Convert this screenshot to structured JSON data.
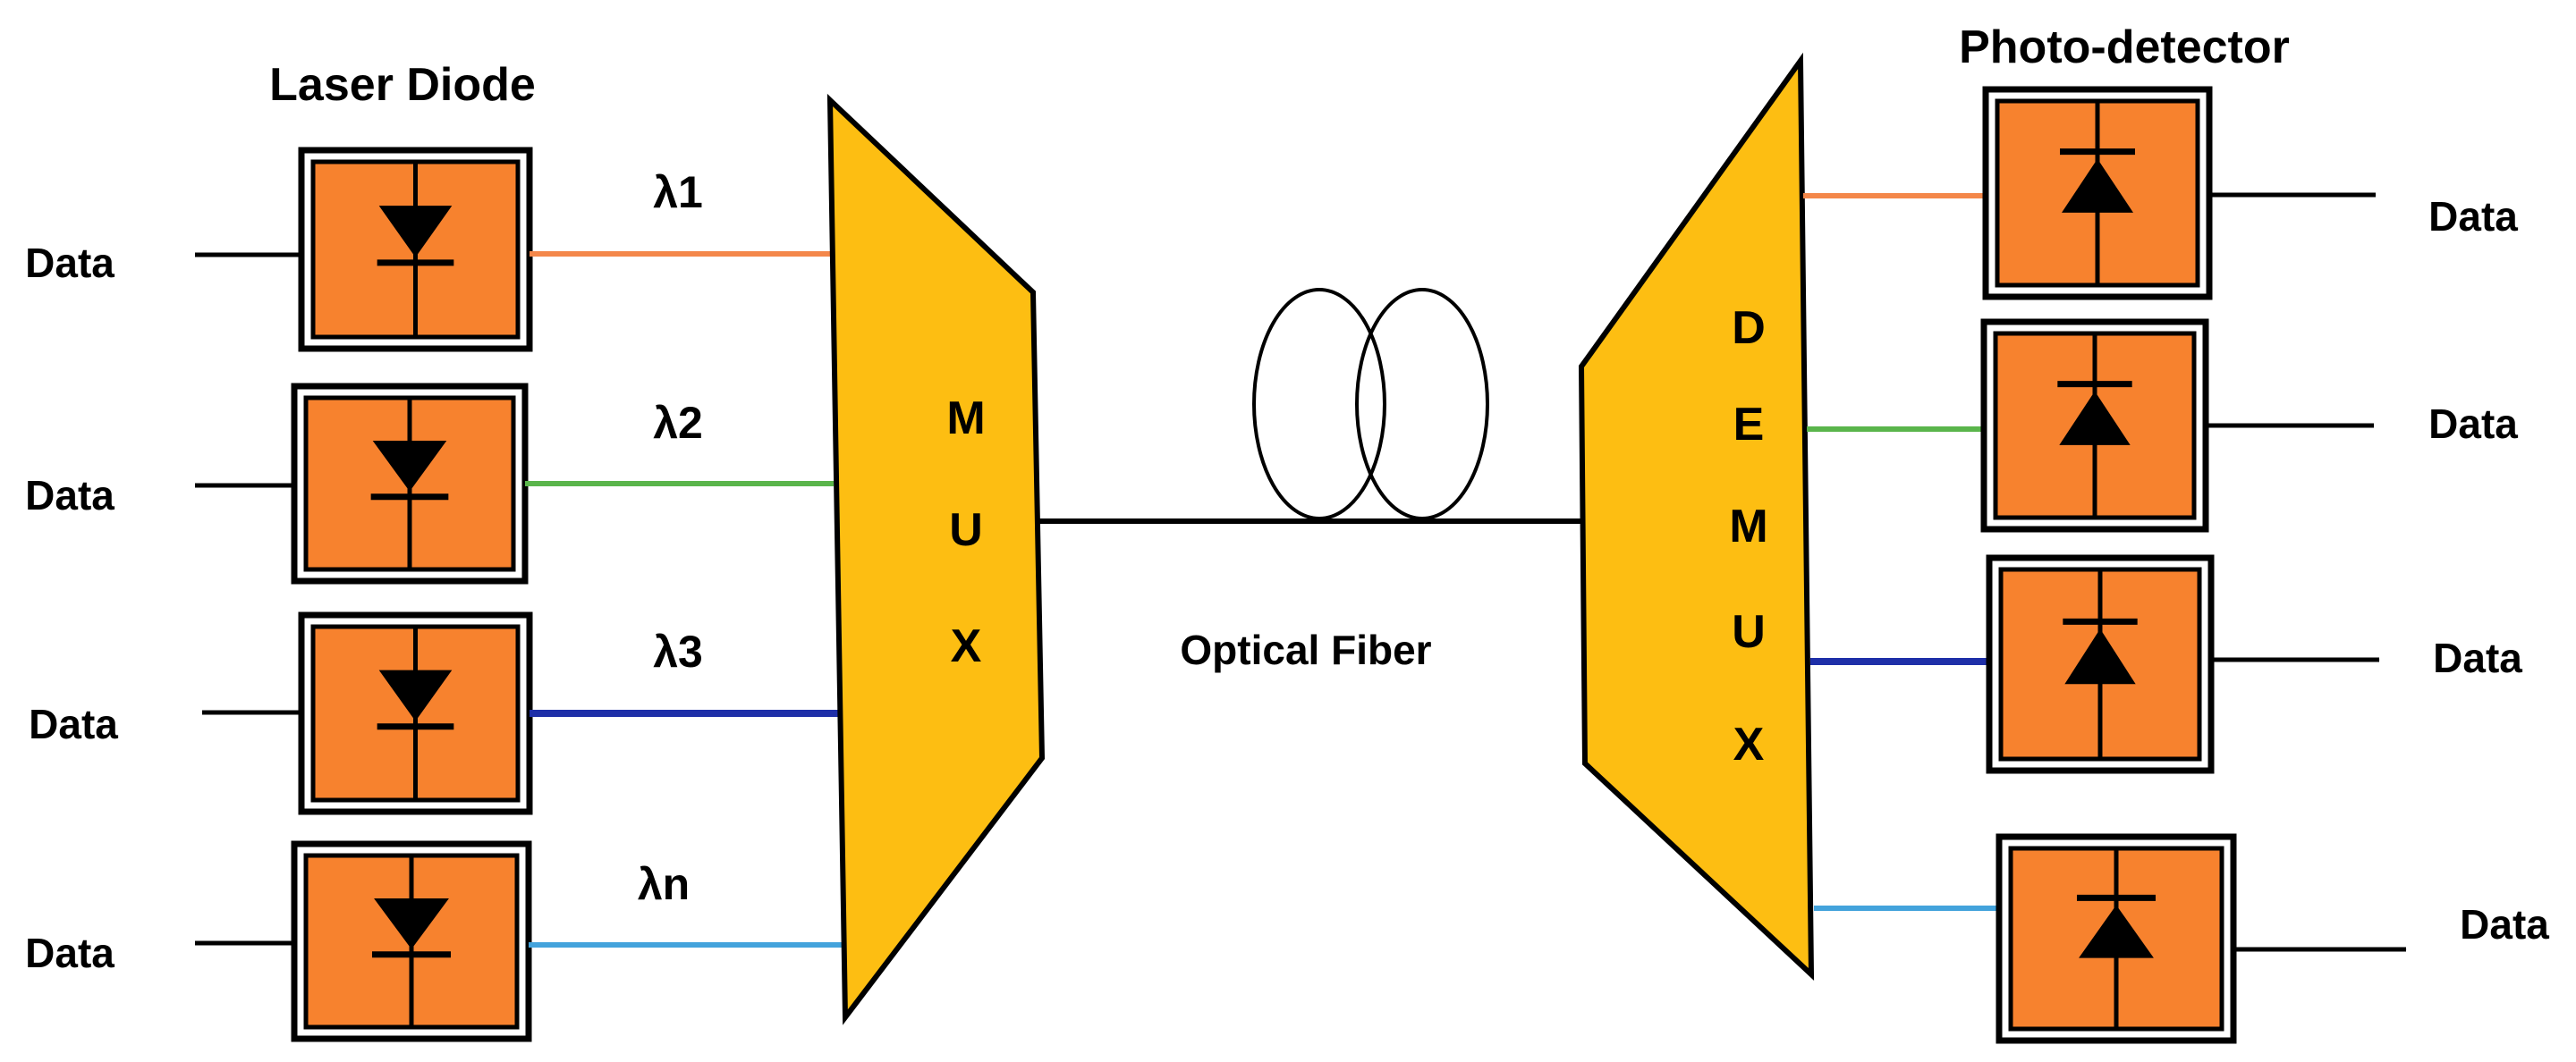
{
  "colors": {
    "device_fill": "#f7822e",
    "device_stroke": "#000000",
    "mux_fill": "#fdbe12",
    "wavelength_1": "#f4874a",
    "wavelength_2": "#5ab54b",
    "wavelength_3": "#1e2fa8",
    "wavelength_n": "#43a3dc",
    "fiber": "#000000"
  },
  "headings": {
    "laser": "Laser Diode",
    "photo": "Photo-detector"
  },
  "inputs": [
    "Data",
    "Data",
    "Data",
    "Data"
  ],
  "outputs": [
    "Data",
    "Data",
    "Data",
    "Data"
  ],
  "wavelengths": [
    "λ1",
    "λ2",
    "λ3",
    "λn"
  ],
  "mux_letters": [
    "M",
    "U",
    "X"
  ],
  "demux_letters": [
    "D",
    "E",
    "M",
    "U",
    "X"
  ],
  "fiber_label": "Optical Fiber",
  "icons": {
    "laser": "laser-diode-icon",
    "detector": "photodiode-icon",
    "fiber": "fiber-coil-icon"
  }
}
